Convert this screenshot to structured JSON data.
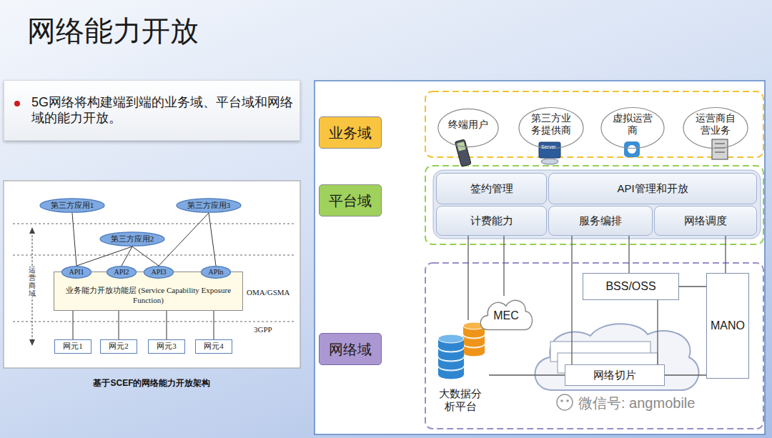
{
  "diagram": {
    "title": "网络能力开放",
    "caption": "基于SCEF的网络能力开放架构",
    "nodes": [
      {
        "text": [
          "5G网络将构建端到端的业务域、平台域和网络域的能力开放。"
        ]
      },
      {
        "text": [
          "第三方应用1"
        ]
      },
      {
        "text": [
          "第三方应用3"
        ]
      },
      {
        "text": [
          "第三方应用2"
        ]
      },
      {
        "text": [
          "业务能力开放功能层 (Service Capability Exposure Function)"
        ]
      },
      {
        "text": [
          "API1"
        ],
        "in": 4
      },
      {
        "text": [
          "API2"
        ],
        "in": 4
      },
      {
        "text": [
          "API3"
        ],
        "in": 4
      },
      {
        "text": [
          "APIn"
        ],
        "in": 4
      },
      {
        "text": [
          "网元1"
        ]
      },
      {
        "text": [
          "网元2"
        ]
      },
      {
        "text": [
          "网元3"
        ]
      },
      {
        "text": [
          "网元4"
        ]
      },
      {
        "text": [
          "业务域"
        ]
      },
      {
        "text": [
          "平台域"
        ]
      },
      {
        "text": [
          "网络域"
        ]
      },
      {
        "text": [
          "终端用户"
        ]
      },
      {
        "text": [
          "第三方业务提供商"
        ]
      },
      {
        "text": [
          "虚拟运营商"
        ]
      },
      {
        "text": [
          "运营商自营业务"
        ]
      },
      {
        "text": [
          "签约管理"
        ]
      },
      {
        "text": [
          "API管理和开放"
        ]
      },
      {
        "text": [
          "计费能力"
        ]
      },
      {
        "text": [
          "服务编排"
        ]
      },
      {
        "text": [
          "网络调度"
        ]
      },
      {
        "text": [
          "BSS/OSS"
        ]
      },
      {
        "text": [
          "MANO"
        ]
      },
      {
        "text": [
          "MEC"
        ]
      },
      {
        "text": [
          "大数据分析平台"
        ]
      },
      {
        "text": [
          "网络切片"
        ]
      }
    ],
    "edges": [
      {
        "from": 1,
        "to": 5,
        "arrow": "none"
      },
      {
        "from": 3,
        "to": 5,
        "arrow": "none"
      },
      {
        "from": 3,
        "to": 6,
        "arrow": "none"
      },
      {
        "from": 3,
        "to": 7,
        "arrow": "none"
      },
      {
        "from": 2,
        "to": 7,
        "arrow": "none"
      },
      {
        "from": 2,
        "to": 8,
        "arrow": "none"
      },
      {
        "from": 4,
        "to": 9,
        "arrow": "none"
      },
      {
        "from": 4,
        "to": 10,
        "arrow": "none"
      },
      {
        "from": 4,
        "to": 11,
        "arrow": "none"
      },
      {
        "from": 4,
        "to": 12,
        "arrow": "none"
      },
      {
        "from": 22,
        "to": 28,
        "arrow": "none"
      },
      {
        "from": 22,
        "to": 27,
        "arrow": "none"
      },
      {
        "from": 23,
        "to": 29,
        "arrow": "none"
      },
      {
        "from": 23,
        "to": 25,
        "arrow": "none"
      },
      {
        "from": 24,
        "to": 26,
        "arrow": "none"
      },
      {
        "from": 25,
        "to": 26,
        "arrow": "none"
      },
      {
        "from": 25,
        "to": 29,
        "arrow": "none"
      },
      {
        "from": 28,
        "to": 29,
        "arrow": "none"
      },
      {
        "from": 26,
        "to": 29,
        "arrow": "none"
      }
    ],
    "labels": [
      "OMA/GSMA",
      "3GPP",
      "运营商域",
      "Server",
      "微信号: angmobile"
    ]
  }
}
